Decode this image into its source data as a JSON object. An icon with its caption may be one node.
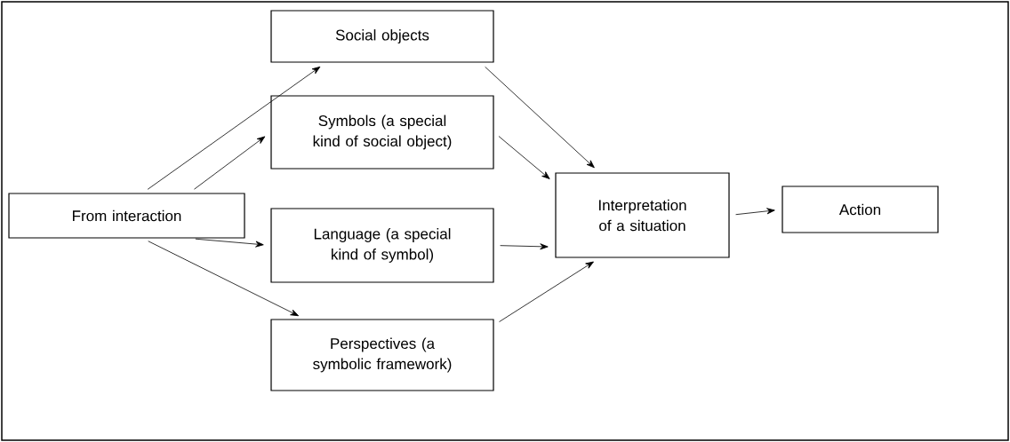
{
  "diagram": {
    "nodes": [
      {
        "text": [
          "From interaction"
        ]
      },
      {
        "text": [
          "Social objects"
        ]
      },
      {
        "text": [
          "Symbols (a special kind of social object)"
        ]
      },
      {
        "text": [
          "Language (a special kind of symbol)"
        ]
      },
      {
        "text": [
          "Perspectives (a symbolic framework)"
        ]
      },
      {
        "text": [
          "Interpretation of a situation"
        ]
      },
      {
        "text": [
          "Action"
        ]
      }
    ],
    "edges": [
      {
        "from": 0,
        "to": 1,
        "arrow": "to"
      },
      {
        "from": 0,
        "to": 2,
        "arrow": "to"
      },
      {
        "from": 0,
        "to": 3,
        "arrow": "to"
      },
      {
        "from": 0,
        "to": 4,
        "arrow": "to"
      },
      {
        "from": 1,
        "to": 5,
        "arrow": "to"
      },
      {
        "from": 2,
        "to": 5,
        "arrow": "to"
      },
      {
        "from": 3,
        "to": 5,
        "arrow": "to"
      },
      {
        "from": 4,
        "to": 5,
        "arrow": "to"
      },
      {
        "from": 5,
        "to": 6,
        "arrow": "to"
      }
    ]
  }
}
